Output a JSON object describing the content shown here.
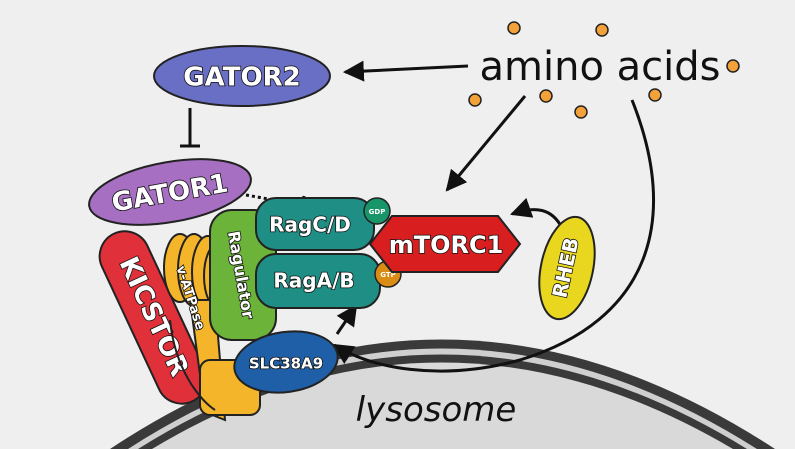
{
  "labels": {
    "amino_acids": "amino acids",
    "gator2": "GATOR2",
    "gator1": "GATOR1",
    "kicstor": "KICSTOR",
    "v_atpase": "v-ATPase",
    "ragulator": "Ragulator",
    "ragcd": "RagC/D",
    "ragab": "RagA/B",
    "gdp": "GDP",
    "gtp": "GTP",
    "mtorc1": "mTORC1",
    "rheb": "RHEB",
    "slc38a9": "SLC38A9",
    "lysosome": "lysosome"
  },
  "colors": {
    "background": "#efefef",
    "membrane_dark": "#3a3a3a",
    "membrane_light": "#cfcfcf",
    "lumen": "#d9d9d9",
    "gator2": "#6a6fc6",
    "gator1": "#a66fc2",
    "kicstor": "#e0303a",
    "v_atpase": "#f5b52a",
    "ragulator": "#6cb33a",
    "rag": "#1f8f86",
    "gdp": "#18966a",
    "gtp": "#d98d14",
    "mtorc1": "#d81e1e",
    "rheb": "#e8d71e",
    "slc38a9": "#1f5fa8",
    "amino_acid_dot": "#f3a23a"
  }
}
